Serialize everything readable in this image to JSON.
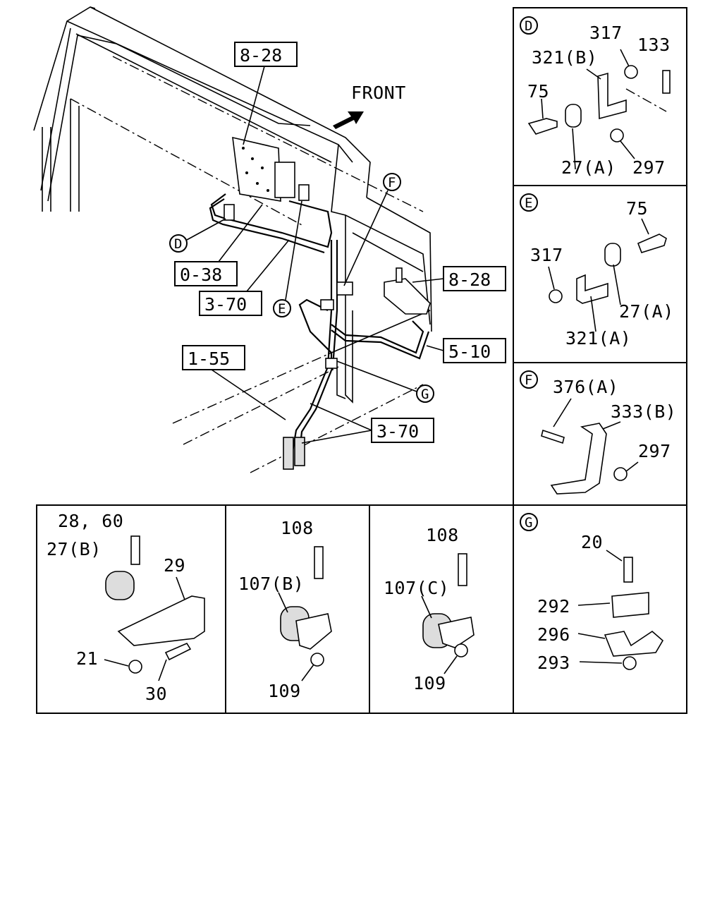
{
  "main": {
    "front_label": "FRONT",
    "refs": [
      "8-28",
      "0-38",
      "3-70",
      "8-28",
      "5-10",
      "1-55",
      "3-70"
    ],
    "circles": [
      "D",
      "E",
      "F",
      "G"
    ]
  },
  "detail_d": {
    "tag": "D",
    "parts": [
      "317",
      "133",
      "321(B)",
      "75",
      "27(A)",
      "297"
    ]
  },
  "detail_e": {
    "tag": "E",
    "parts": [
      "75",
      "317",
      "27(A)",
      "321(A)"
    ]
  },
  "detail_f": {
    "tag": "F",
    "parts": [
      "376(A)",
      "333(B)",
      "297"
    ]
  },
  "detail_g": {
    "tag": "G",
    "parts": [
      "20",
      "292",
      "296",
      "293"
    ]
  },
  "bottom_1": {
    "parts": [
      "28, 60",
      "27(B)",
      "29",
      "21",
      "30"
    ]
  },
  "bottom_2": {
    "parts": [
      "108",
      "107(B)",
      "109"
    ]
  },
  "bottom_3": {
    "parts": [
      "108",
      "107(C)",
      "109"
    ]
  }
}
